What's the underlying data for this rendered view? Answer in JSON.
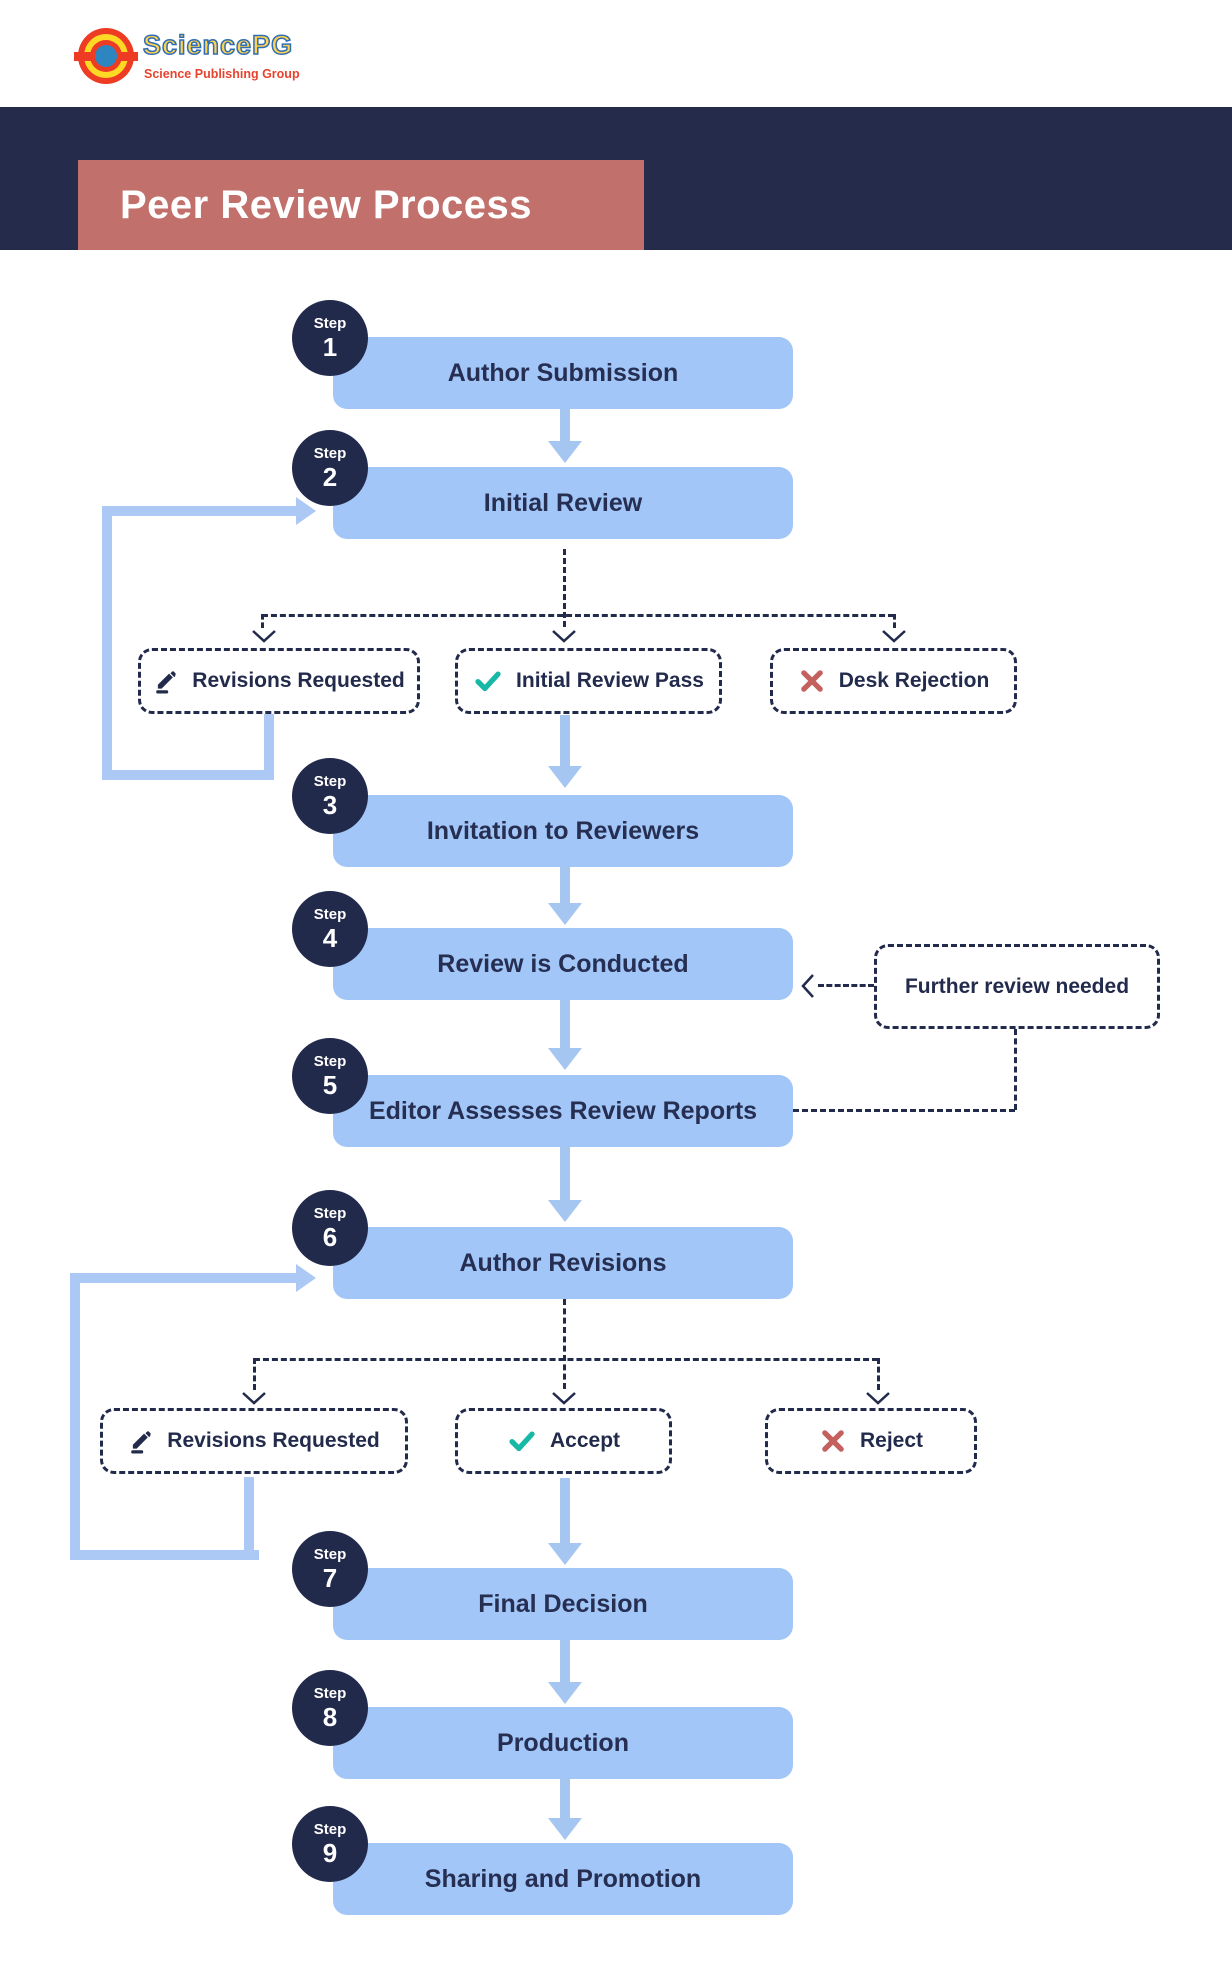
{
  "header": {
    "logo": {
      "brand": "SciencePG",
      "tagline": "Science Publishing Group"
    }
  },
  "banner": {
    "title": "Peer Review Process"
  },
  "steps": [
    {
      "step_label": "Step",
      "number": "1",
      "title": "Author Submission"
    },
    {
      "step_label": "Step",
      "number": "2",
      "title": "Initial Review"
    },
    {
      "step_label": "Step",
      "number": "3",
      "title": "Invitation to Reviewers"
    },
    {
      "step_label": "Step",
      "number": "4",
      "title": "Review is Conducted"
    },
    {
      "step_label": "Step",
      "number": "5",
      "title": "Editor Assesses Review Reports"
    },
    {
      "step_label": "Step",
      "number": "6",
      "title": "Author Revisions"
    },
    {
      "step_label": "Step",
      "number": "7",
      "title": "Final Decision"
    },
    {
      "step_label": "Step",
      "number": "8",
      "title": "Production"
    },
    {
      "step_label": "Step",
      "number": "9",
      "title": "Sharing and Promotion"
    }
  ],
  "branch1": {
    "revisions": {
      "label": "Revisions Requested",
      "icon": "pencil-icon"
    },
    "pass": {
      "label": "Initial Review Pass",
      "icon": "check-icon"
    },
    "desk_rejection": {
      "label": "Desk Rejection",
      "icon": "x-icon"
    }
  },
  "branch2": {
    "revisions": {
      "label": "Revisions Requested",
      "icon": "pencil-icon"
    },
    "accept": {
      "label": "Accept",
      "icon": "check-icon"
    },
    "reject": {
      "label": "Reject",
      "icon": "x-icon"
    }
  },
  "side_note": {
    "label": "Further review needed"
  },
  "colors": {
    "navy": "#232b4c",
    "band_navy": "#252c4b",
    "box_blue": "#a1c6f7",
    "connector_blue": "#abc9f4",
    "title_rose": "#c1706b",
    "check_teal": "#17b8a5",
    "reject_red": "#c4615e",
    "logo_red": "#ee3b24",
    "logo_yellow": "#fdd824",
    "logo_blue": "#2e86c1"
  }
}
